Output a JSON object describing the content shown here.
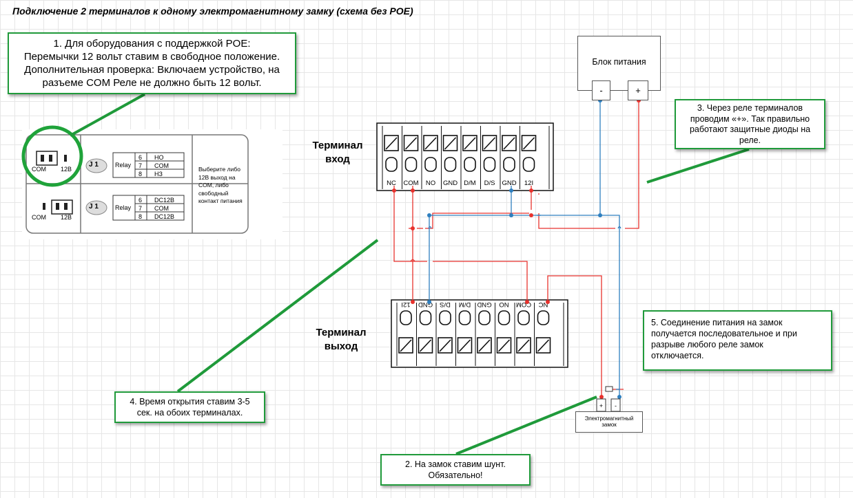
{
  "title": "Подключение 2 терминалов к одному электромагнитному замку (схема без POE)",
  "notes": {
    "n1": {
      "line1": "1.  Для оборудования с поддержкой POE:",
      "line2": "Перемычки 12 вольт ставим в свободное положение.",
      "line3": "Дополнительная проверка: Включаем устройство, на",
      "line4": "разъеме COM Реле не должно быть 12 вольт."
    },
    "n2": {
      "line1": "2. На замок ставим шунт.",
      "line2": "Обязательно!"
    },
    "n3": {
      "line1": "3. Через реле терминалов",
      "line2": "проводим «+». Так правильно",
      "line3": "работают защитные диоды на",
      "line4": "реле."
    },
    "n4": {
      "line1": "4. Время открытия ставим 3-5",
      "line2": "сек. на обоих терминалах."
    },
    "n5": {
      "line1": "5. Соединение питания на замок",
      "line2": "получается последовательное и при",
      "line3": "разрыве любого реле замок",
      "line4": "отключается."
    }
  },
  "terminal_in": {
    "line1": "Терминал",
    "line2": "вход",
    "pins": [
      "NC",
      "COM",
      "NO",
      "GND",
      "D/M",
      "D/S",
      "GND",
      "12I"
    ]
  },
  "terminal_out": {
    "line1": "Терминал",
    "line2": "выход",
    "pins": [
      "12I",
      "GND",
      "D/S",
      "D/M",
      "GND",
      "NO",
      "COM",
      "NC"
    ]
  },
  "psu": {
    "label": "Блок питания",
    "minus": "-",
    "plus": "+"
  },
  "lock": {
    "line1": "Электромагнитный",
    "line2": "замок",
    "plus": "+",
    "minus": "-"
  },
  "relay_panel": {
    "row1": {
      "jumper_com": "COM",
      "jumper_12v": "12В",
      "j_label": "J 1",
      "relay": "Relay",
      "pins": [
        {
          "num": "6",
          "name": "НО"
        },
        {
          "num": "7",
          "name": "COM"
        },
        {
          "num": "8",
          "name": "НЗ"
        }
      ]
    },
    "row2": {
      "jumper_com": "COM",
      "jumper_12v": "12В",
      "j_label": "J 1",
      "relay": "Relay",
      "pins": [
        {
          "num": "6",
          "name": "DC12В"
        },
        {
          "num": "7",
          "name": "COM"
        },
        {
          "num": "8",
          "name": "DC12В"
        }
      ]
    },
    "desc": [
      "Выберите либо",
      "12В выход на",
      "COM, либо",
      "свободный",
      "контакт питания"
    ]
  },
  "colors": {
    "note_border": "#1f9a3a",
    "wire_red": "#e8322d",
    "wire_blue": "#2e7fbf",
    "highlight": "#1fa33a"
  }
}
